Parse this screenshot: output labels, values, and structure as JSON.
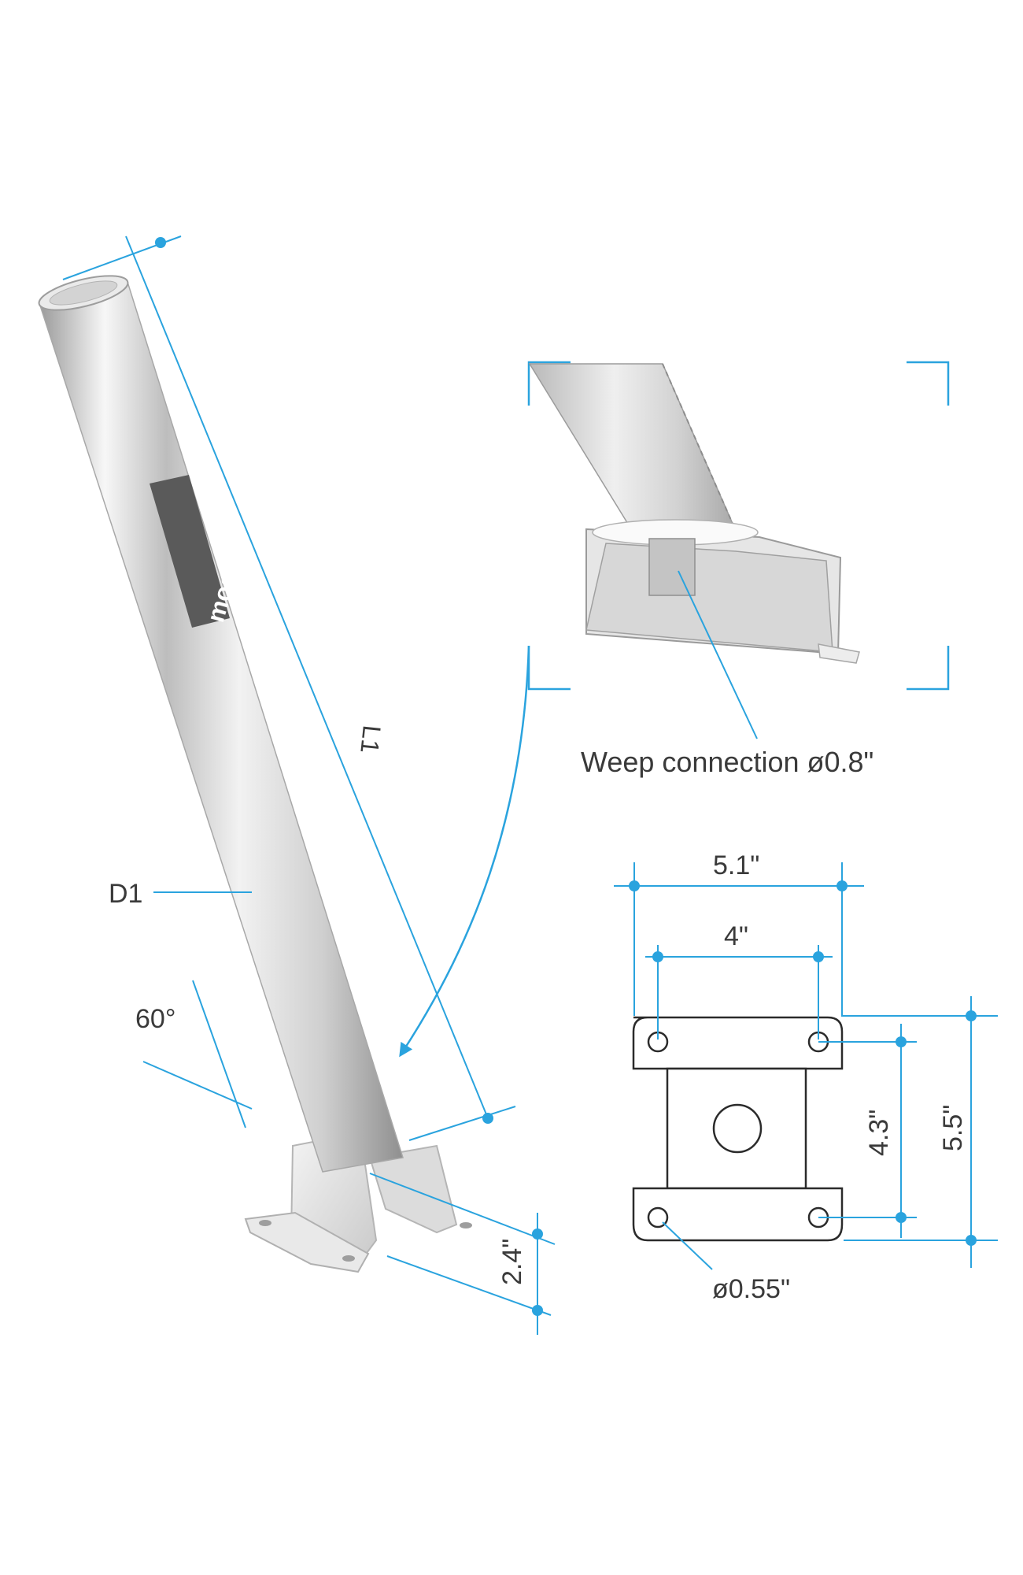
{
  "brand": {
    "logo_text": "mosmatic"
  },
  "labels": {
    "length": "L1",
    "diameter": "D1",
    "angle": "60°",
    "weep": "Weep connection ø0.8\"",
    "base_width_outer": "5.1\"",
    "base_width_inner": "4\"",
    "base_height_outer": "5.5\"",
    "base_height_inner": "4.3\"",
    "hole_diameter": "ø0.55\"",
    "foot_depth": "2.4\""
  },
  "colors": {
    "dimension_line": "#2aa3de",
    "text": "#3a3a3a",
    "outline": "#2b2b2b",
    "metal_light": "#eeeeee",
    "metal_dark": "#a9a9a9",
    "logo_band": "#5a5a5a"
  }
}
